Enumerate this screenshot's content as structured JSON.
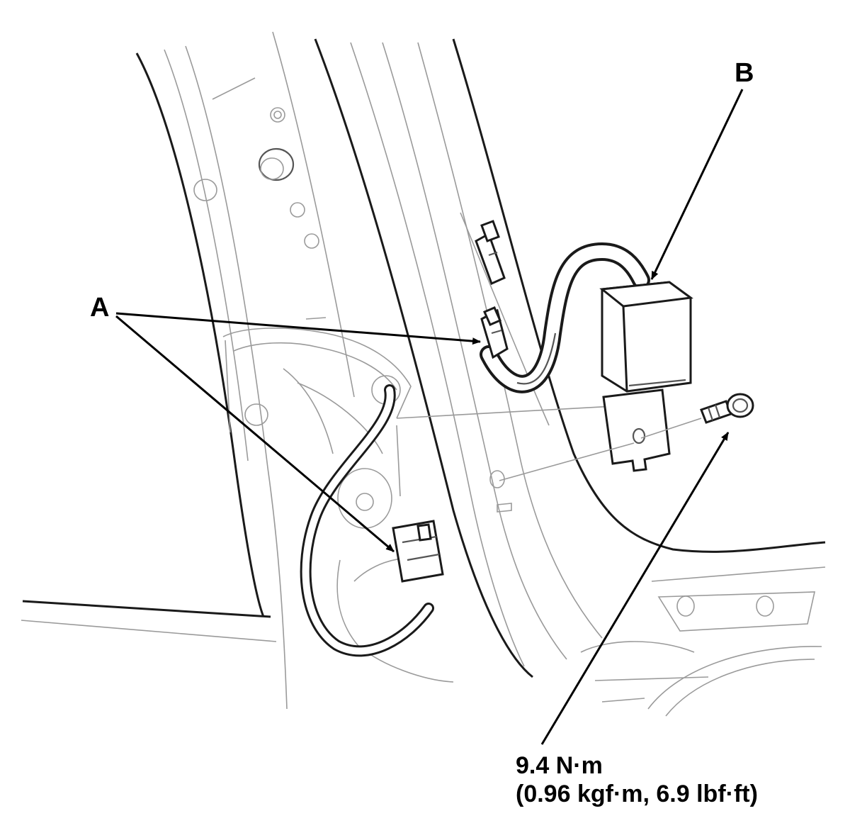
{
  "callouts": {
    "a": "A",
    "b": "B"
  },
  "torque": {
    "line1": "9.4 N·m",
    "line2": "(0.96 kgf·m, 6.9 lbf·ft)"
  }
}
